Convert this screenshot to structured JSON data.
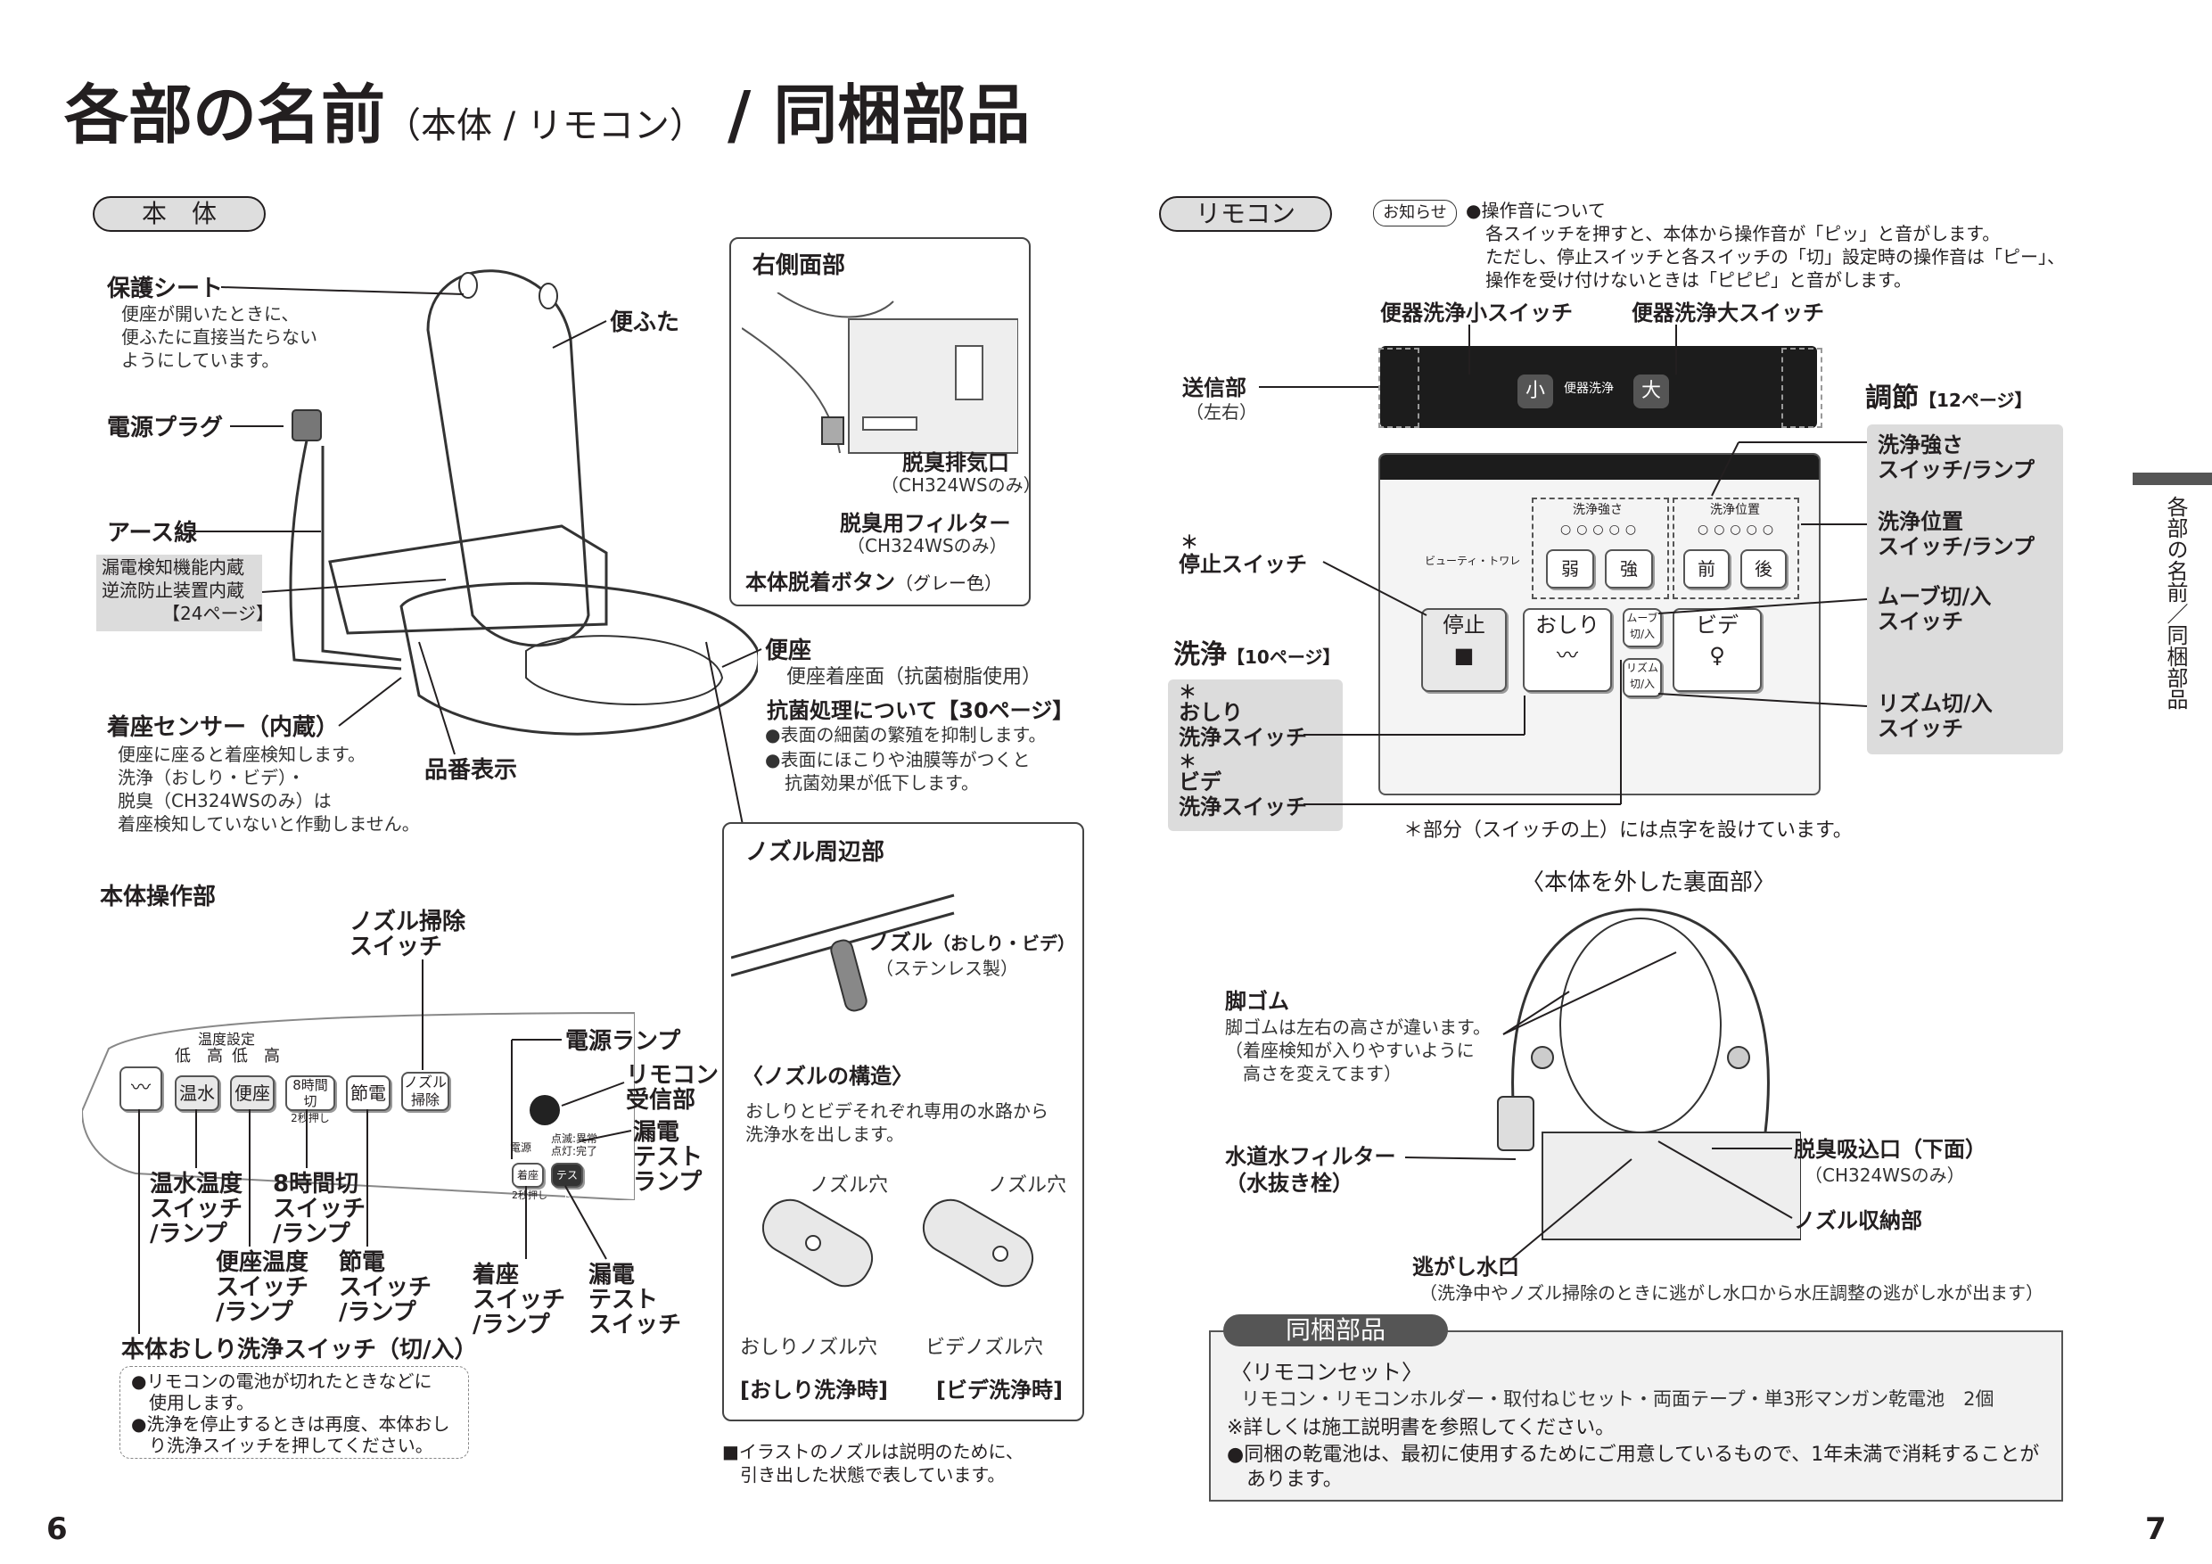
{
  "page": {
    "title": "各部の名前",
    "title_sub": "（本体 / リモコン）",
    "title_tail": "/ 同梱部品",
    "page_left": "6",
    "page_right": "7",
    "side_tab": "各部の名前／同梱部品"
  },
  "body": {
    "heading": "本　体",
    "seat_cover": {
      "label": "保護シート",
      "desc": [
        "便座が開いたときに、",
        "便ふたに直接当たらない",
        "ようにしています。"
      ]
    },
    "lid": "便ふた",
    "plug": "電源プラグ",
    "earth": "アース線",
    "leak_box": [
      "漏電検知機能内蔵",
      "逆流防止装置内蔵",
      "【24ページ】"
    ],
    "sensor": {
      "label": "着座センサー（内蔵）",
      "desc": [
        "便座に座ると着座検知します。",
        "洗浄（おしり・ビデ）・",
        "脱臭（CH324WSのみ）は",
        "着座検知していないと作動しません。"
      ]
    },
    "model_label": "品番表示",
    "seat": {
      "label": "便座",
      "desc": "便座着座面（抗菌樹脂使用）"
    },
    "antibac": {
      "title": "抗菌処理について【30ページ】",
      "items": [
        "表面の細菌の繁殖を抑制します。",
        "表面にほこりや油膜等がつくと",
        "抗菌効果が低下します。"
      ]
    }
  },
  "right_side": {
    "title": "右側面部",
    "exhaust": "脱臭排気口",
    "exhaust_note": "（CH324WSのみ）",
    "filter": "脱臭用フィルター",
    "filter_note": "（CH324WSのみ）",
    "release": "本体脱着ボタン",
    "release_note": "（グレー色）"
  },
  "nozzle": {
    "title": "ノズル周辺部",
    "label": "ノズル",
    "label_sub": "（おしり・ビデ）",
    "material": "（ステンレス製）",
    "struct_title": "〈ノズルの構造〉",
    "struct_desc": [
      "おしりとビデそれぞれ専用の水路から",
      "洗浄水を出します。"
    ],
    "hole1": "ノズル穴",
    "hole2": "ノズル穴",
    "oshiri_hole": "おしりノズル穴",
    "bidet_hole": "ビデノズル穴",
    "oshiri_mode": "[おしり洗浄時]",
    "bidet_mode": "[ビデ洗浄時]",
    "note": [
      "■イラストのノズルは説明のために、",
      "　引き出した状態で表しています。"
    ]
  },
  "panel": {
    "title": "本体操作部",
    "nozzle_clean": [
      "ノズル掃除",
      "スイッチ"
    ],
    "temp_setting": "温度設定",
    "lows": [
      "低",
      "高",
      "低",
      "高"
    ],
    "buttons": [
      "温水",
      "便座",
      "8時間切",
      "節電",
      "ノズル掃除"
    ],
    "btn_8h_sub": "2秒押し",
    "power_lamp": "電源ランプ",
    "remote_rx": [
      "リモコン",
      "受信部"
    ],
    "leak_lamp": [
      "漏電",
      "テスト",
      "ランプ"
    ],
    "small_power": "電源",
    "small_abnormal": "点滅:異常",
    "small_complete": "点灯:完了",
    "small_seat": "着座",
    "small_2s": "2秒押し",
    "small_test": "テスト",
    "water_temp": [
      "温水温度",
      "スイッチ",
      "/ランプ"
    ],
    "timer8": [
      "8時間切",
      "スイッチ",
      "/ランプ"
    ],
    "seat_temp": [
      "便座温度",
      "スイッチ",
      "/ランプ"
    ],
    "saving": [
      "節電",
      "スイッチ",
      "/ランプ"
    ],
    "seat_sw": [
      "着座",
      "スイッチ",
      "/ランプ"
    ],
    "leak_sw": [
      "漏電",
      "テスト",
      "スイッチ"
    ],
    "oshiri_sw": "本体おしり洗浄スイッチ（切/入）",
    "oshiri_notes": [
      "リモコンの電池が切れたときなどに",
      "使用します。",
      "洗浄を停止するときは再度、本体おし",
      "り洗浄スイッチを押してください。"
    ]
  },
  "remote": {
    "heading": "リモコン",
    "notice_tag": "お知らせ",
    "notice": [
      "操作音について",
      "各スイッチを押すと、本体から操作音が「ピッ」と音がします。",
      "ただし、停止スイッチと各スイッチの「切」設定時の操作音は「ピー」、",
      "操作を受け付けないときは「ピピピ」と音がします。"
    ],
    "small_flush": "便器洗浄小スイッチ",
    "large_flush": "便器洗浄大スイッチ",
    "transmitter": "送信部",
    "transmitter_note": "（左右）",
    "btn_small": "小",
    "btn_flush": "便器洗浄",
    "btn_large": "大",
    "adjust": "調節",
    "adjust_ref": "【12ページ】",
    "strength": [
      "洗浄強さ",
      "スイッチ/ランプ"
    ],
    "position": [
      "洗浄位置",
      "スイッチ/ランプ"
    ],
    "move": [
      "ムーブ切/入",
      "スイッチ"
    ],
    "rhythm": [
      "リズム切/入",
      "スイッチ"
    ],
    "stop_label": "停止スイッチ",
    "wash": "洗浄",
    "wash_ref": "【10ページ】",
    "oshiri_label": [
      "おしり",
      "洗浄スイッチ"
    ],
    "bidet_label": [
      "ビデ",
      "洗浄スイッチ"
    ],
    "strength_box": "洗浄強さ",
    "position_box": "洗浄位置",
    "weak": "弱",
    "strong": "強",
    "front": "前",
    "back": "後",
    "beauty": "ビューティ・トワレ",
    "stop_btn": "停止",
    "oshiri_btn": "おしり",
    "bidet_btn": "ビデ",
    "move_btn": [
      "ムーブ",
      "切/入"
    ],
    "rhythm_btn": [
      "リズム",
      "切/入"
    ],
    "braille_note": "＊部分（スイッチの上）には点字を設けています。",
    "star": "＊"
  },
  "underside": {
    "title": "〈本体を外した裏面部〉",
    "feet": "脚ゴム",
    "feet_desc": [
      "脚ゴムは左右の高さが違います。",
      "（着座検知が入りやすいように",
      "　高さを変えてます）"
    ],
    "filter": [
      "水道水フィルター",
      "（水抜き栓）"
    ],
    "intake": "脱臭吸込口（下面）",
    "intake_note": "（CH324WSのみ）",
    "nozzle_store": "ノズル収納部",
    "relief": "逃がし水口",
    "relief_desc": "（洗浄中やノズル掃除のときに逃がし水口から水圧調整の逃がし水が出ます）"
  },
  "included": {
    "heading": "同梱部品",
    "set_title": "〈リモコンセット〉",
    "set_items": "リモコン・リモコンホルダー・取付ねじセット・両面テープ・単3形マンガン乾電池　2個",
    "ref": "※詳しくは施工説明書を参照してください。",
    "battery": [
      "同梱の乾電池は、最初に使用するためにご用意しているもので、1年未満で消耗することが",
      "あります。"
    ]
  }
}
